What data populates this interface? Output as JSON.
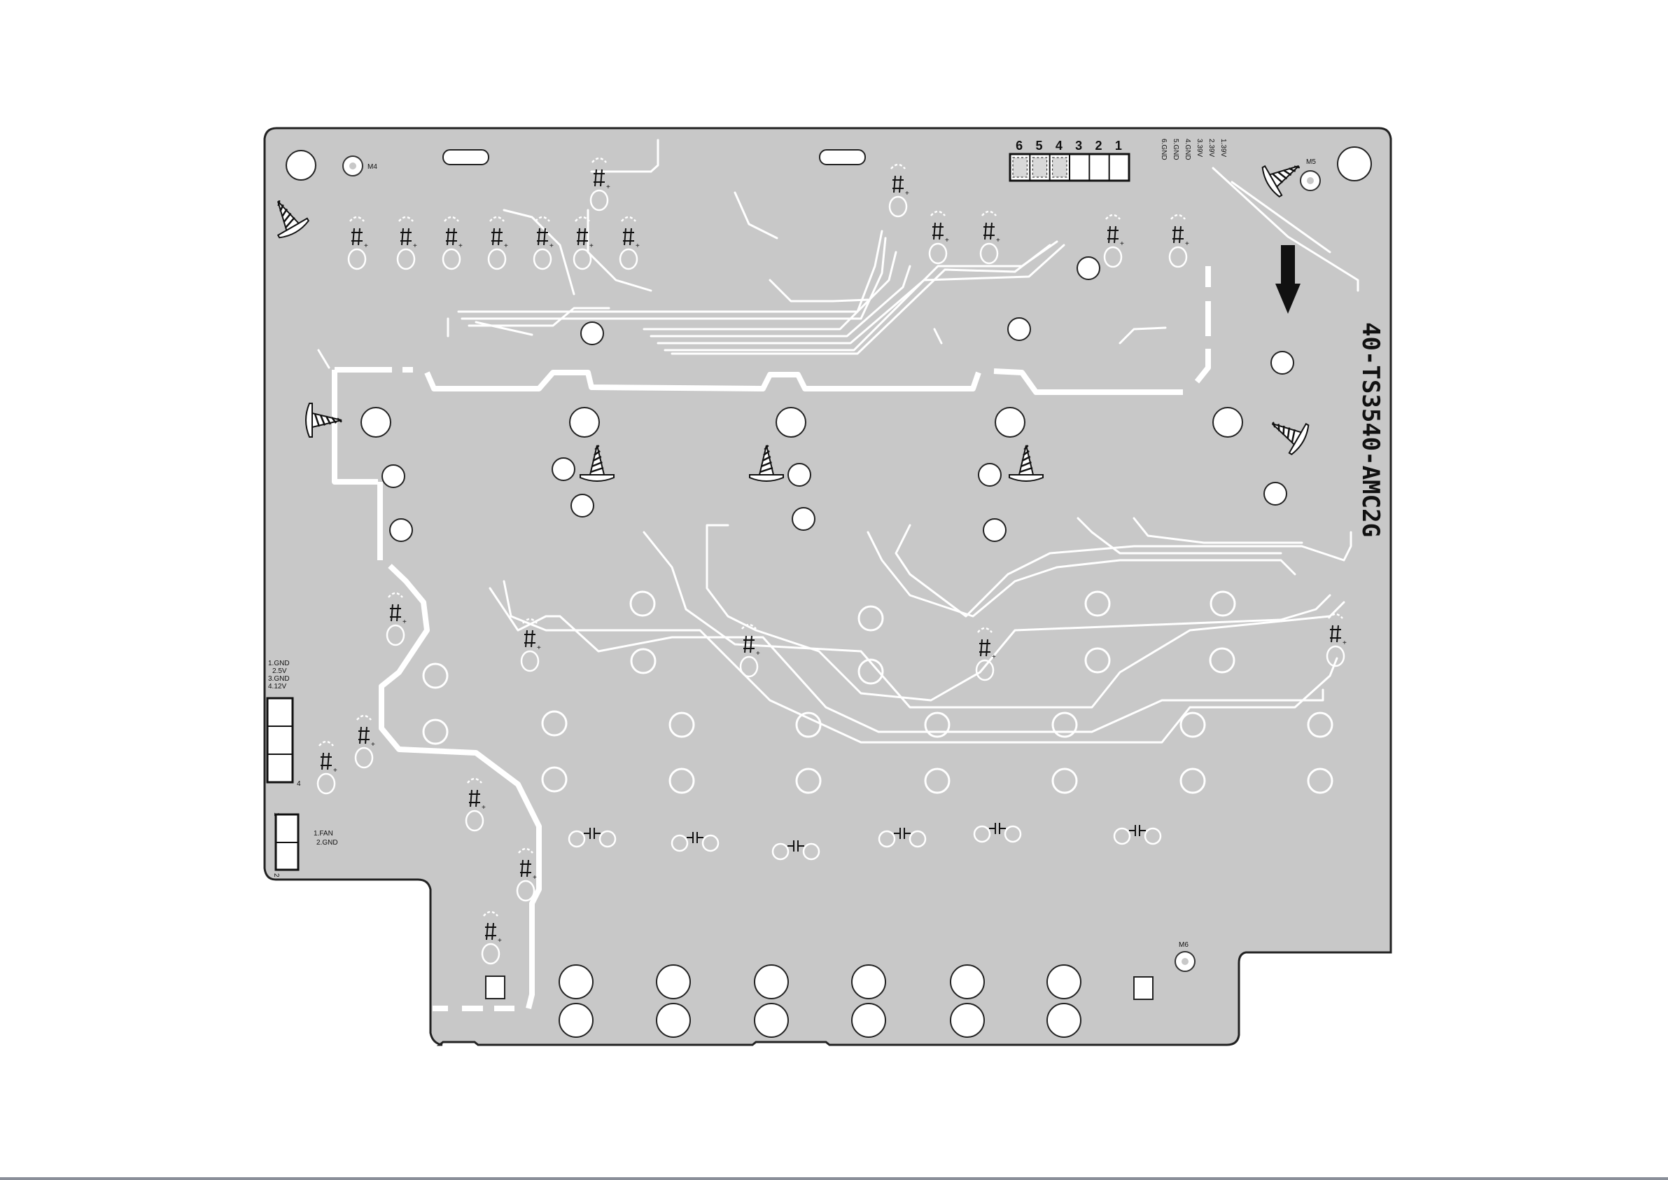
{
  "board": {
    "part_number": "40-TS3540-AMC2G",
    "board_color": "#c8c8c8",
    "trace_color": "#ffffff"
  },
  "mounting_holes": [
    "M4",
    "M5",
    "M6"
  ],
  "header_top": {
    "pin_numbers": [
      "6",
      "5",
      "4",
      "3",
      "2",
      "1"
    ],
    "pin_labels": [
      "1.39V",
      "2.39V",
      "3.39V",
      "4.GND",
      "5.GND",
      "6.GND"
    ]
  },
  "header_left": {
    "pin_labels": [
      "1.GND",
      "2.5V",
      "3.GND",
      "4.12V"
    ],
    "end_pin": "4"
  },
  "header_fan": {
    "pin_labels": [
      "1.FAN",
      "2.GND"
    ],
    "first_pin": "1",
    "last_pin": "2"
  },
  "icons": [
    "screw-icon",
    "arrow-down-icon"
  ]
}
